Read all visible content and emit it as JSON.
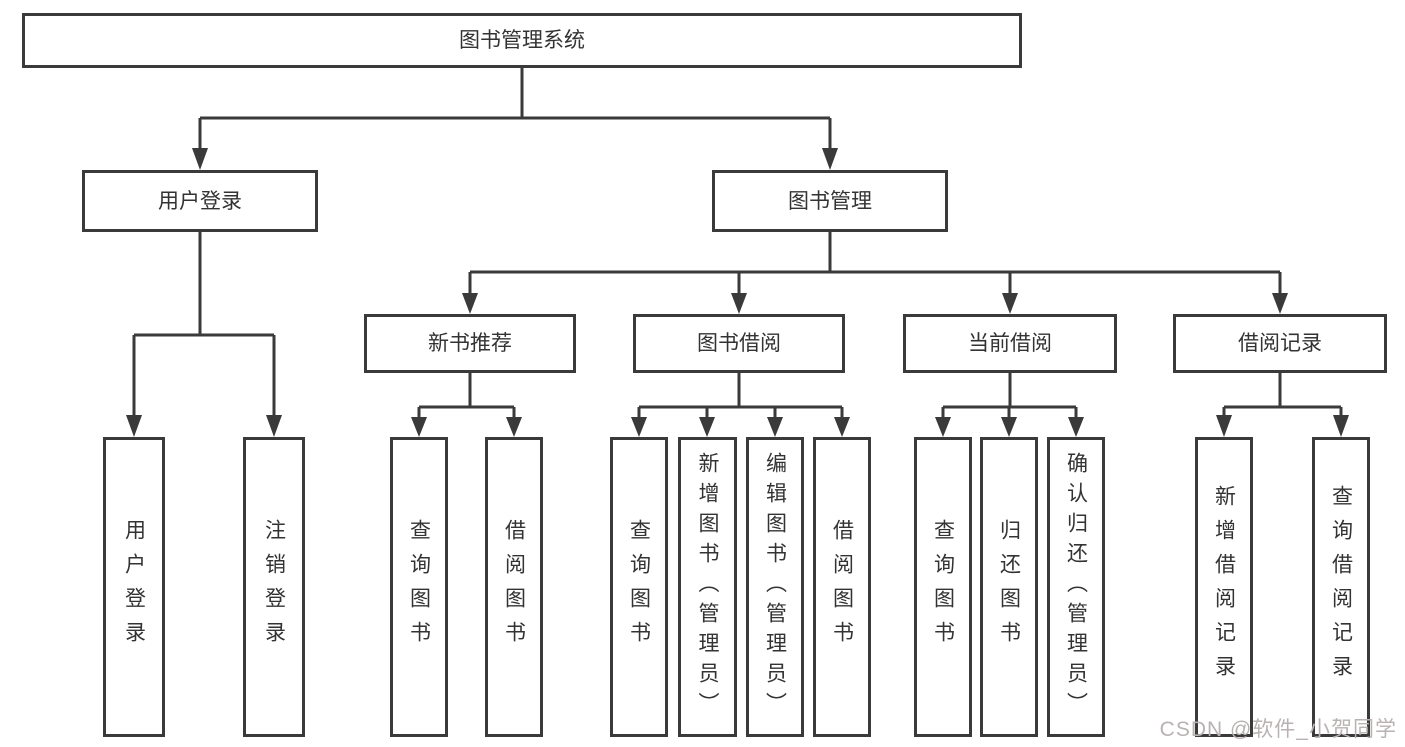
{
  "diagram_type": "hierarchy-tree",
  "tree": {
    "root": {
      "label": "图书管理系统",
      "children": [
        {
          "label": "用户登录",
          "children": [
            {
              "label": "用户登录"
            },
            {
              "label": "注销登录"
            }
          ]
        },
        {
          "label": "图书管理",
          "children": [
            {
              "label": "新书推荐",
              "children": [
                {
                  "label": "查询图书"
                },
                {
                  "label": "借阅图书"
                }
              ]
            },
            {
              "label": "图书借阅",
              "children": [
                {
                  "label": "查询图书"
                },
                {
                  "label": "新增图书（管理员）"
                },
                {
                  "label": "编辑图书（管理员）"
                },
                {
                  "label": "借阅图书"
                }
              ]
            },
            {
              "label": "当前借阅",
              "children": [
                {
                  "label": "查询图书"
                },
                {
                  "label": "归还图书"
                },
                {
                  "label": "确认归还（管理员）"
                }
              ]
            },
            {
              "label": "借阅记录",
              "children": [
                {
                  "label": "新增借阅记录"
                },
                {
                  "label": "查询借阅记录"
                }
              ]
            }
          ]
        }
      ]
    }
  },
  "watermark": {
    "text": "CSDN @软件_小贺同学"
  },
  "colors": {
    "line": "#3a3a3a",
    "text": "#333333",
    "background": "#ffffff",
    "watermark": "#b9b2b2"
  }
}
